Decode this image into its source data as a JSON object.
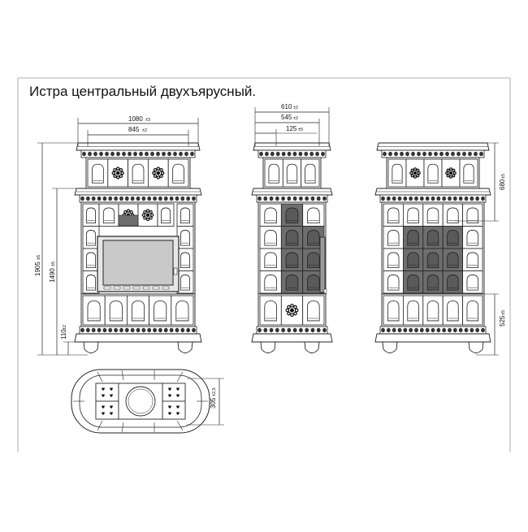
{
  "title": "Истра центральный двухъярусный.",
  "dimensions": {
    "front_width": "1080",
    "front_width_tol": "±3",
    "front_inner": "845",
    "front_inner_tol": "±2",
    "total_height": "1905",
    "total_height_tol": "±6",
    "lower_height": "1490",
    "lower_height_tol": "±5",
    "leg_height": "110",
    "leg_height_tol": "±2",
    "side_depth": "610",
    "side_depth_tol": "±2",
    "side_inner": "545",
    "side_inner_tol": "±2",
    "side_offset": "125",
    "side_offset_tol": "±5",
    "upper_height": "680",
    "upper_height_tol": "±5",
    "base_height": "525",
    "base_height_tol": "±5",
    "plan_depth": "305",
    "plan_depth_tol": "±2,5"
  },
  "colors": {
    "line": "#222222",
    "tile_dark": "#6e6e6e",
    "glass": "#c9c9c9",
    "frame": "#999999"
  }
}
